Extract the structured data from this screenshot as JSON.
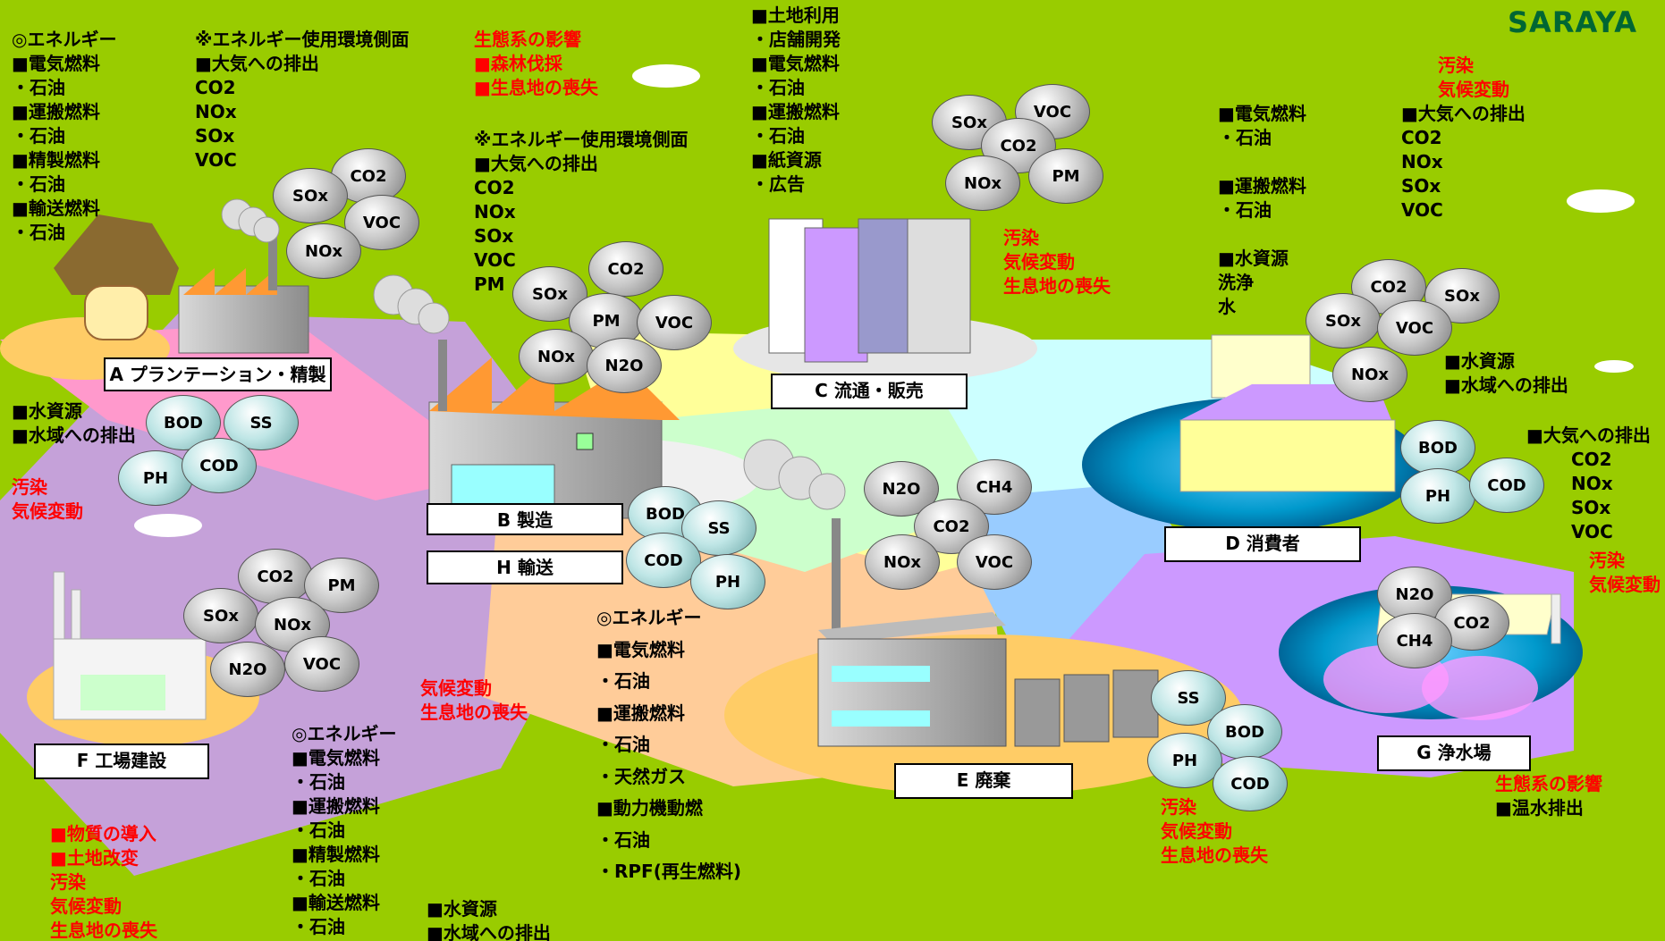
{
  "logo": "SARAYA",
  "stages": {
    "A": "A プランテーション・精製",
    "B": "B 製造",
    "H": "H 輸送",
    "C": "C 流通・販売",
    "D": "D 消費者",
    "E": "E 廃棄",
    "F": "F 工場建設",
    "G": "G 浄水場"
  },
  "text_blocks": {
    "a_energy": [
      "◎エネルギー",
      "■電気燃料",
      "・石油",
      "■運搬燃料",
      "・石油",
      "■精製燃料",
      "・石油",
      "■輸送燃料",
      "・石油"
    ],
    "a_env": [
      "※エネルギー使用環境側面",
      "■大気への排出",
      "CO2",
      "NOx",
      "SOx",
      "VOC"
    ],
    "a_eco": [
      "生態系の影響",
      "■森林伐採",
      "■生息地の喪失"
    ],
    "b_env": [
      "※エネルギー使用環境側面",
      "■大気への排出",
      "CO2",
      "NOx",
      "SOx",
      "VOC",
      "PM"
    ],
    "c_top": [
      "■土地利用",
      "・店舗開発",
      "■電気燃料",
      "・石油",
      "■運搬燃料",
      "・石油",
      "■紙資源",
      "・広告"
    ],
    "c_effects": [
      "汚染",
      "気候変動",
      "生息地の喪失"
    ],
    "d_energy": [
      "■電気燃料",
      "・石油",
      "",
      "■運搬燃料",
      "・石油",
      "",
      "■水資源",
      " 洗浄",
      " 水"
    ],
    "d_effects": [
      "汚染",
      "気候変動"
    ],
    "d_air": [
      "■大気への排出",
      "CO2",
      "NOx",
      "SOx",
      "VOC"
    ],
    "d_water": [
      "■水資源",
      "■水域への排出"
    ],
    "a_water": [
      "■水資源",
      "■水域への排出"
    ],
    "a_effects": [
      "汚染",
      "気候変動"
    ],
    "g_air": [
      "■大気への排出",
      "CO2",
      "NOx",
      "SOx",
      "VOC"
    ],
    "g_effects": [
      "汚染",
      "気候変動"
    ],
    "e_energy": [
      "◎エネルギー",
      "■電気燃料",
      "・石油",
      "■運搬燃料",
      "・石油",
      "・天然ガス",
      "■動力機動燃",
      "・石油",
      "・RPF(再生燃料)"
    ],
    "f_mid": [
      "気候変動",
      "生息地の喪失"
    ],
    "f_energy": [
      "◎エネルギー",
      "■電気燃料",
      "・石油",
      "■運搬燃料",
      "・石油",
      "■精製燃料",
      "・石油",
      "■輸送燃料",
      "・石油"
    ],
    "f_water": [
      "■水資源",
      "■水域への排出"
    ],
    "f_effects": [
      "■物質の導入",
      "■土地改変",
      "汚染",
      "気候変動",
      "生息地の喪失"
    ],
    "e_effects": [
      "汚染",
      "気候変動",
      "生息地の喪失"
    ],
    "g_eco": [
      "生態系の影響",
      "■温水排出"
    ]
  },
  "bubbles": {
    "a_co2": "CO2",
    "a_sox": "SOx",
    "a_voc": "VOC",
    "a_nox": "NOx",
    "b_co2": "CO2",
    "b_sox": "SOx",
    "b_pm": "PM",
    "b_voc": "VOC",
    "b_nox": "NOx",
    "b_n2o": "N2O",
    "c_voc": "VOC",
    "c_sox": "SOx",
    "c_co2": "CO2",
    "c_nox": "NOx",
    "c_pm": "PM",
    "d_co2": "CO2",
    "d_sox2": "SOx",
    "d_sox": "SOx",
    "d_voc": "VOC",
    "d_nox": "NOx",
    "aw_bod": "BOD",
    "aw_ss": "SS",
    "aw_ph": "PH",
    "aw_cod": "COD",
    "bw_bod": "BOD",
    "bw_ss": "SS",
    "bw_cod": "COD",
    "bw_ph": "PH",
    "e_n2o": "N2O",
    "e_ch4": "CH4",
    "e_co2": "CO2",
    "e_nox": "NOx",
    "e_voc": "VOC",
    "dw_bod": "BOD",
    "dw_ph": "PH",
    "dw_cod": "COD",
    "f_co2": "CO2",
    "f_pm": "PM",
    "f_sox": "SOx",
    "f_nox": "NOx",
    "f_n2o": "N2O",
    "f_voc": "VOC",
    "g_n2o": "N2O",
    "g_co2": "CO2",
    "g_ch4": "CH4",
    "gw_ss": "SS",
    "gw_bod": "BOD",
    "gw_ph": "PH",
    "gw_cod": "COD"
  },
  "colors": {
    "background": "#99cc00",
    "effect_text": "#ff0000",
    "logo": "#006633"
  }
}
